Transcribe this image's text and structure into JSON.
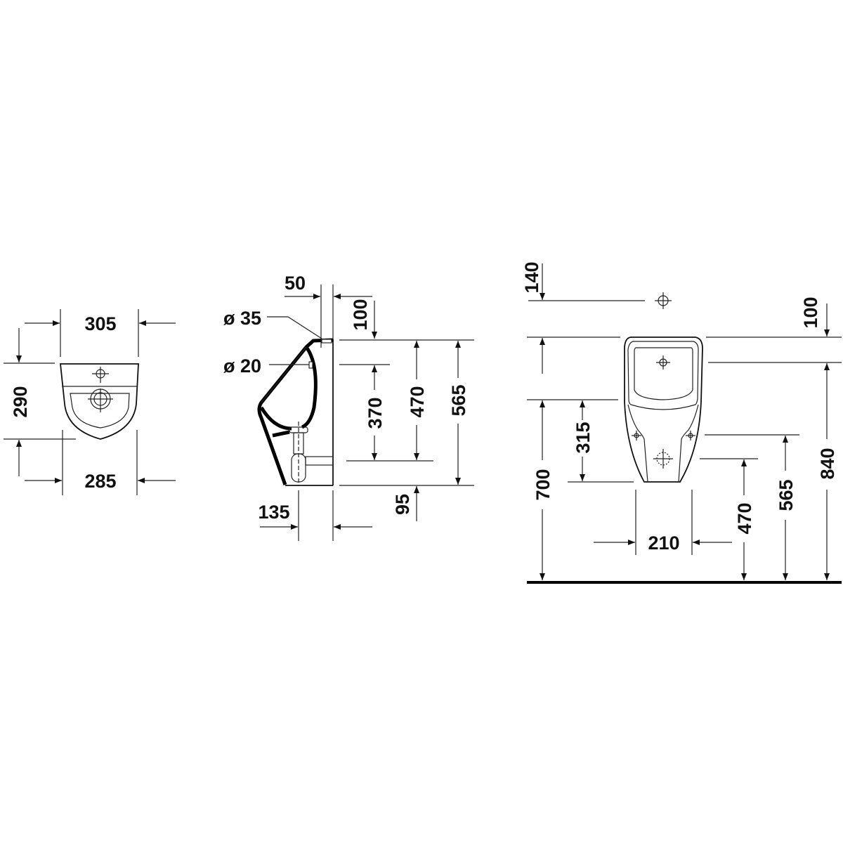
{
  "colors": {
    "line": "#111111",
    "background": "#ffffff"
  },
  "top_view": {
    "width_top": "305",
    "depth": "290",
    "width_bottom": "285"
  },
  "side_view": {
    "dim_50": "50",
    "dim_100": "100",
    "inlet_diameter": "ø 35",
    "spray_diameter": "ø 20",
    "dim_370": "370",
    "dim_470": "470",
    "dim_565": "565",
    "dim_135": "135",
    "dim_95": "95"
  },
  "front_view": {
    "dim_140": "140",
    "dim_100": "100",
    "dim_840": "840",
    "dim_700": "700",
    "dim_315": "315",
    "dim_565": "565",
    "dim_470": "470",
    "dim_210": "210"
  }
}
